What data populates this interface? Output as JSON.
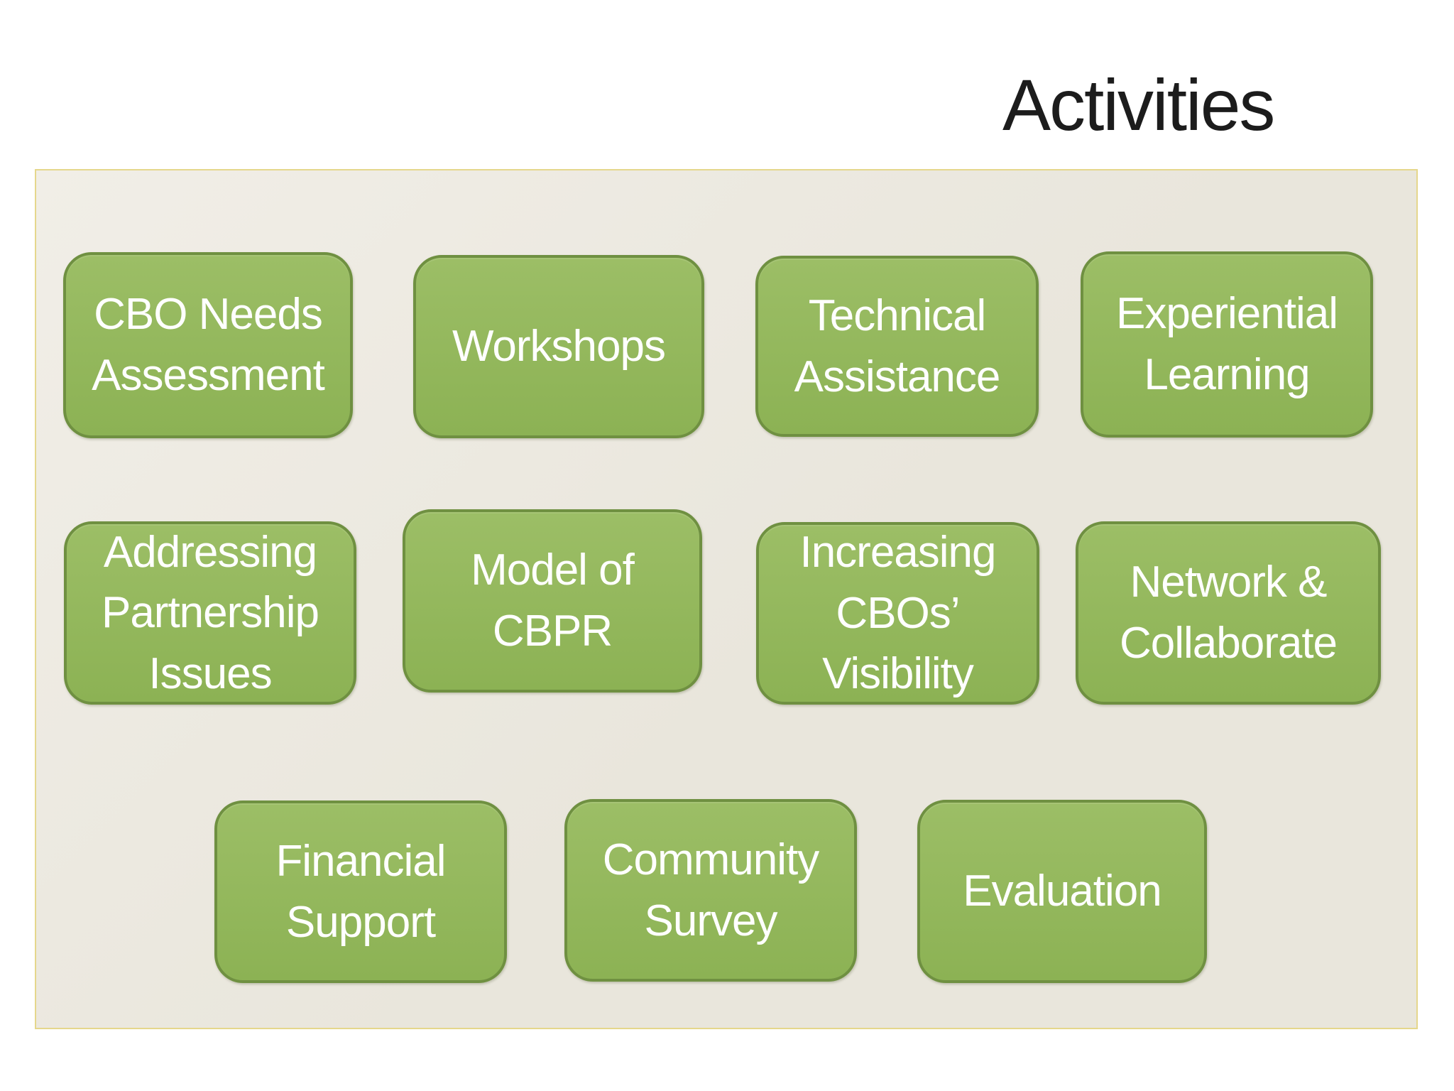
{
  "slide": {
    "title": "Activities",
    "colors": {
      "background": "#ffffff",
      "panel_bg": "#eae7dd",
      "panel_border": "#e5d78c",
      "box_fill": "#94b75c",
      "box_border": "#6f9041",
      "box_text": "#ffffff",
      "title_text": "#1c1c1c"
    },
    "boxes": [
      {
        "id": "cbo-needs-assessment",
        "label": "CBO Needs\nAssessment"
      },
      {
        "id": "workshops",
        "label": "Workshops"
      },
      {
        "id": "technical-assistance",
        "label": "Technical\nAssistance"
      },
      {
        "id": "experiential-learning",
        "label": "Experiential\nLearning"
      },
      {
        "id": "addressing-partnership-issues",
        "label": "Addressing\nPartnership\nIssues"
      },
      {
        "id": "model-of-cbpr",
        "label": "Model of\nCBPR"
      },
      {
        "id": "increasing-cbos-visibility",
        "label": "Increasing\nCBOs’\nVisibility"
      },
      {
        "id": "network-and-collaborate",
        "label": "Network &\nCollaborate"
      },
      {
        "id": "financial-support",
        "label": "Financial\nSupport"
      },
      {
        "id": "community-survey",
        "label": "Community\nSurvey"
      },
      {
        "id": "evaluation",
        "label": "Evaluation"
      }
    ]
  }
}
